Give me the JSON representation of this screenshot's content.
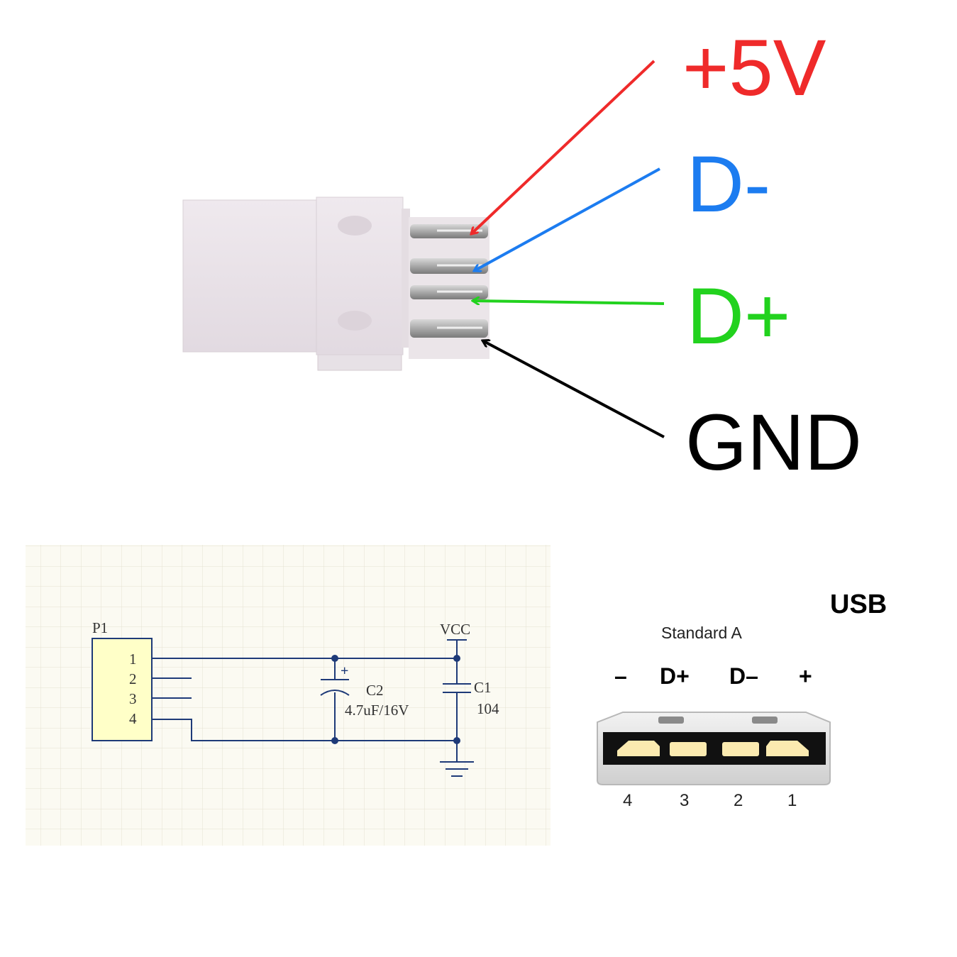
{
  "connector_labels": {
    "vcc": {
      "text": "+5V",
      "color": "#ef2a2a"
    },
    "dminus": {
      "text": "D-",
      "color": "#1c7cf0"
    },
    "dplus": {
      "text": "D+",
      "color": "#22d21e"
    },
    "gnd": {
      "text": "GND",
      "color": "#000000"
    }
  },
  "schematic": {
    "connector_ref": "P1",
    "pins": [
      "1",
      "2",
      "3",
      "4"
    ],
    "net_label": "VCC",
    "cap_c2_ref": "C2",
    "cap_c2_value": "4.7uF/16V",
    "cap_c2_polarity": "+",
    "cap_c1_ref": "C1",
    "cap_c1_value": "104",
    "grid_color": "#e9e7dc",
    "background_color": "#fbfaf2",
    "connector_fill": "#ffffc8",
    "wire_color": "#1e3a78"
  },
  "usb_pinout": {
    "title": "USB",
    "subtitle": "Standard A",
    "signal_labels": [
      "–",
      "D+",
      "D–",
      "+"
    ],
    "pin_numbers": [
      "4",
      "3",
      "2",
      "1"
    ],
    "contact_color": "#fbeab0"
  }
}
